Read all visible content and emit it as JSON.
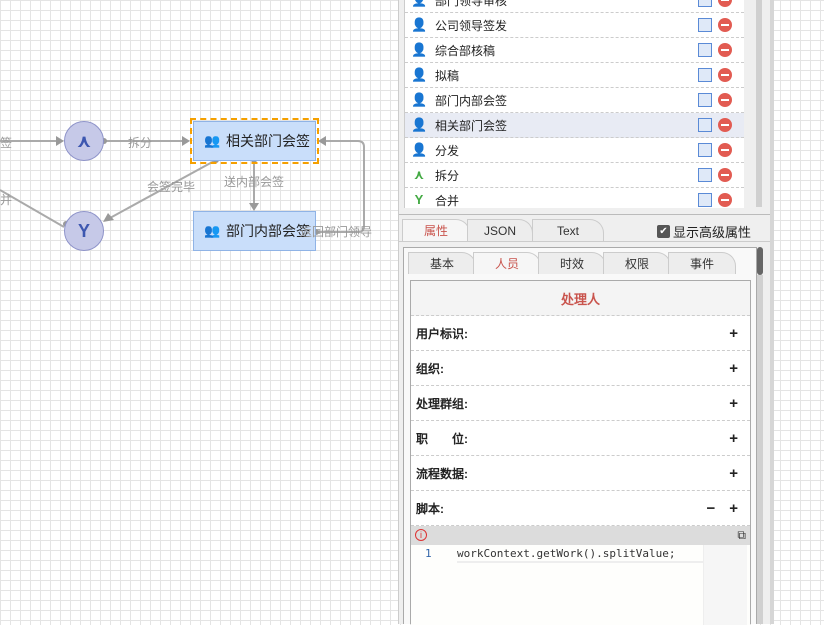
{
  "canvas": {
    "nodes": [
      {
        "label": "相关部门会签"
      },
      {
        "label": "部门内部会签"
      }
    ],
    "split_icon": "split-icon",
    "merge_icon": "merge-icon",
    "edges": {
      "left_in": "会签",
      "split": "拆分",
      "merge_in": "合并",
      "done": "会签完毕",
      "send_inner": "送内部会签",
      "return": "返回部门领导"
    }
  },
  "activity_list": [
    {
      "label": "部门领导审核",
      "icon": "person"
    },
    {
      "label": "公司领导签发",
      "icon": "person"
    },
    {
      "label": "综合部核稿",
      "icon": "person"
    },
    {
      "label": "拟稿",
      "icon": "person"
    },
    {
      "label": "部门内部会签",
      "icon": "person"
    },
    {
      "label": "相关部门会签",
      "icon": "person",
      "selected": true
    },
    {
      "label": "分发",
      "icon": "person"
    },
    {
      "label": "拆分",
      "icon": "split"
    },
    {
      "label": "合并",
      "icon": "merge"
    }
  ],
  "tabs": {
    "items": [
      "属性",
      "JSON",
      "Text"
    ],
    "active": 0,
    "advanced_label": "显示高级属性",
    "advanced_checked": true
  },
  "subtabs": {
    "items": [
      "基本",
      "人员",
      "时效",
      "权限",
      "事件"
    ],
    "active": 1
  },
  "section": {
    "title": "处理人",
    "rows": [
      {
        "label": "用户标识:"
      },
      {
        "label": "组织:"
      },
      {
        "label": "处理群组:"
      },
      {
        "label": "职　　位:"
      },
      {
        "label": "流程数据:"
      },
      {
        "label": "脚本:",
        "minus": "−"
      }
    ],
    "plus": "+"
  },
  "editor": {
    "line_number": "1",
    "code": "workContext.getWork().splitValue;"
  },
  "colors": {
    "accent": "#c9544d",
    "node_fill": "#c9defa",
    "selection": "#f5a000"
  }
}
